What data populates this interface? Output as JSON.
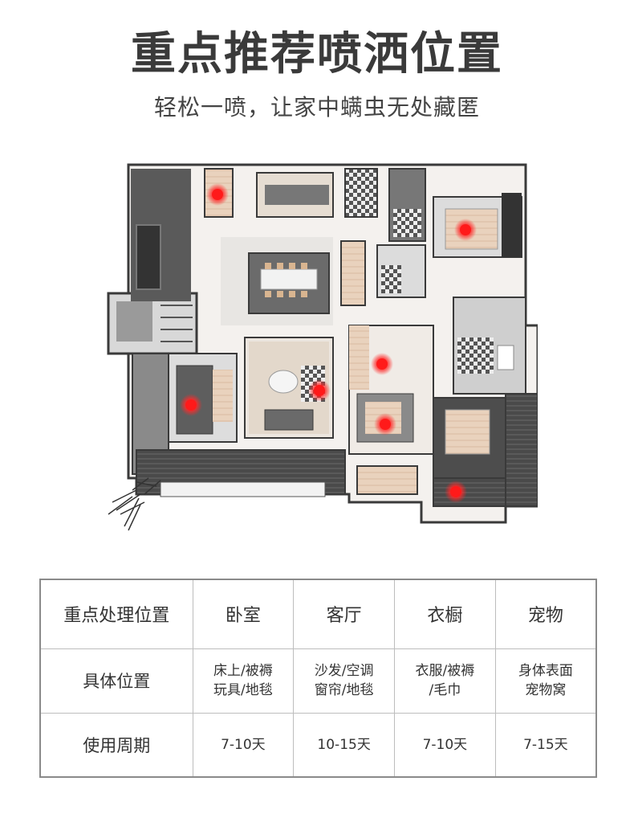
{
  "header": {
    "title": "重点推荐喷洒位置",
    "subtitle": "轻松一喷，让家中螨虫无处藏匿"
  },
  "floorplan": {
    "marker_color": "#ff1a1a",
    "spot_count": 7
  },
  "table": {
    "columns": [
      "重点处理位置",
      "卧室",
      "客厅",
      "衣橱",
      "宠物"
    ],
    "rows": [
      {
        "label": "具体位置",
        "cells": [
          [
            "床上/被褥",
            "玩具/地毯"
          ],
          [
            "沙发/空调",
            "窗帘/地毯"
          ],
          [
            "衣服/被褥",
            "/毛巾"
          ],
          [
            "身体表面",
            "宠物窝"
          ]
        ]
      },
      {
        "label": "使用周期",
        "cells": [
          [
            "7-10天"
          ],
          [
            "10-15天"
          ],
          [
            "7-10天"
          ],
          [
            "7-15天"
          ]
        ]
      }
    ]
  }
}
